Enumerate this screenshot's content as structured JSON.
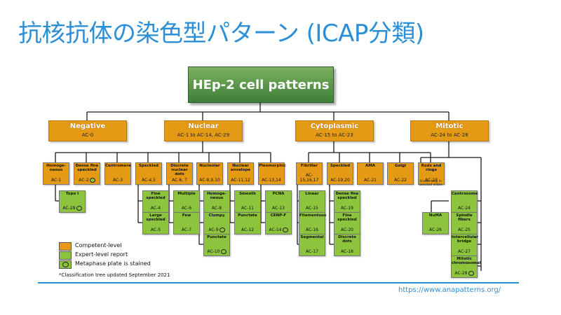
{
  "title": "抗核抗体の染色型パターン (ICAP分類)",
  "root": "HEp-2 cell patterns",
  "categories": {
    "negative": {
      "name": "Negative",
      "code": "AC-0"
    },
    "nuclear": {
      "name": "Nuclear",
      "code": "AC-1 to AC-14, AC-29"
    },
    "cytoplasmic": {
      "name": "Cytoplasmic",
      "code": "AC-15 to AC-23"
    },
    "mitotic": {
      "name": "Mitotic",
      "code": "AC-24 to AC-28"
    }
  },
  "patterns": {
    "homogeneous": {
      "name": "Homoge-neous",
      "code": "AC-1"
    },
    "dense_fine_speckled": {
      "name": "Dense fine speckled",
      "code": "AC-2"
    },
    "centromere": {
      "name": "Centromere",
      "code": "AC-3"
    },
    "speckled": {
      "name": "Speckled",
      "code": "AC-4,5"
    },
    "discrete_nuclear_dots": {
      "name": "Discrete nuclear dots",
      "code": "AC-6, 7"
    },
    "nucleolar": {
      "name": "Nucleolar",
      "code": "AC-8,9,10"
    },
    "nuclear_envelope": {
      "name": "Nuclear envelope",
      "code": "AC-11,12"
    },
    "pleomorphic": {
      "name": "Pleomorphic",
      "code": "AC-13,14"
    },
    "topo_i": {
      "name": "Topo I",
      "code": "AC-29"
    },
    "fine_speckled": {
      "name": "Fine speckled",
      "code": "AC-4"
    },
    "large_speckled": {
      "name": "Large speckled",
      "code": "AC-5"
    },
    "multiple": {
      "name": "Multiple",
      "code": "AC-6"
    },
    "few": {
      "name": "Few",
      "code": "AC-7"
    },
    "nucleolar_homogeneous": {
      "name": "Homoge-neous",
      "code": "AC-8"
    },
    "clumpy": {
      "name": "Clumpy",
      "code": "AC-9"
    },
    "punctate_nucleolar": {
      "name": "Punctate",
      "code": "AC-10"
    },
    "smooth": {
      "name": "Smooth",
      "code": "AC-11"
    },
    "punctate_envelope": {
      "name": "Punctate",
      "code": "AC-12"
    },
    "pcna": {
      "name": "PCNA",
      "code": "AC-13"
    },
    "cenp_f": {
      "name": "CENP-F",
      "code": "AC-14"
    },
    "fibrillar": {
      "name": "Fibrillar",
      "code": "AC-15,16,17"
    },
    "cyto_speckled": {
      "name": "Speckled",
      "code": "AC-19,20"
    },
    "ama": {
      "name": "AMA",
      "code": "AC-21"
    },
    "golgi": {
      "name": "Golgi",
      "code": "AC-22"
    },
    "rods_and_rings": {
      "name": "Rods and rings",
      "code": "AC-23"
    },
    "linear": {
      "name": "Linear",
      "code": "AC-15"
    },
    "filamentous": {
      "name": "Filamentous",
      "code": "AC-16"
    },
    "segmental": {
      "name": "Segmental",
      "code": "AC-17"
    },
    "cyto_dense_fine_speckled": {
      "name": "Dense fine speckled",
      "code": "AC-19"
    },
    "cyto_fine_speckled": {
      "name": "Fine speckled",
      "code": "AC-20"
    },
    "discrete_dots": {
      "name": "Discrete dots",
      "code": "AC-18"
    },
    "centrosome": {
      "name": "Centrosome",
      "code": "AC-24"
    },
    "numa": {
      "name": "NuMA",
      "code": "AC-26"
    },
    "spindle_fibers": {
      "name": "Spindle fibers",
      "code": "AC-25"
    },
    "intercellular_bridge": {
      "name": "Intercellular bridge",
      "code": "AC-27"
    },
    "mitotic_chromosomal": {
      "name": "Mitotic chromosomal",
      "code": "AC-28"
    }
  },
  "rods_note": "Shown only in selected slides",
  "legend": {
    "competent": "Competent-level",
    "expert": "Expert-level report",
    "metaphase": "Metaphase plate is stained"
  },
  "update_note": "*Classification tree updated September 2021",
  "source_url": "https://www.anapatterns.org/",
  "colors": {
    "title": "#2a8fd6",
    "competent": "#e49a15",
    "expert": "#8cc43d",
    "root": "#4f8f45"
  }
}
